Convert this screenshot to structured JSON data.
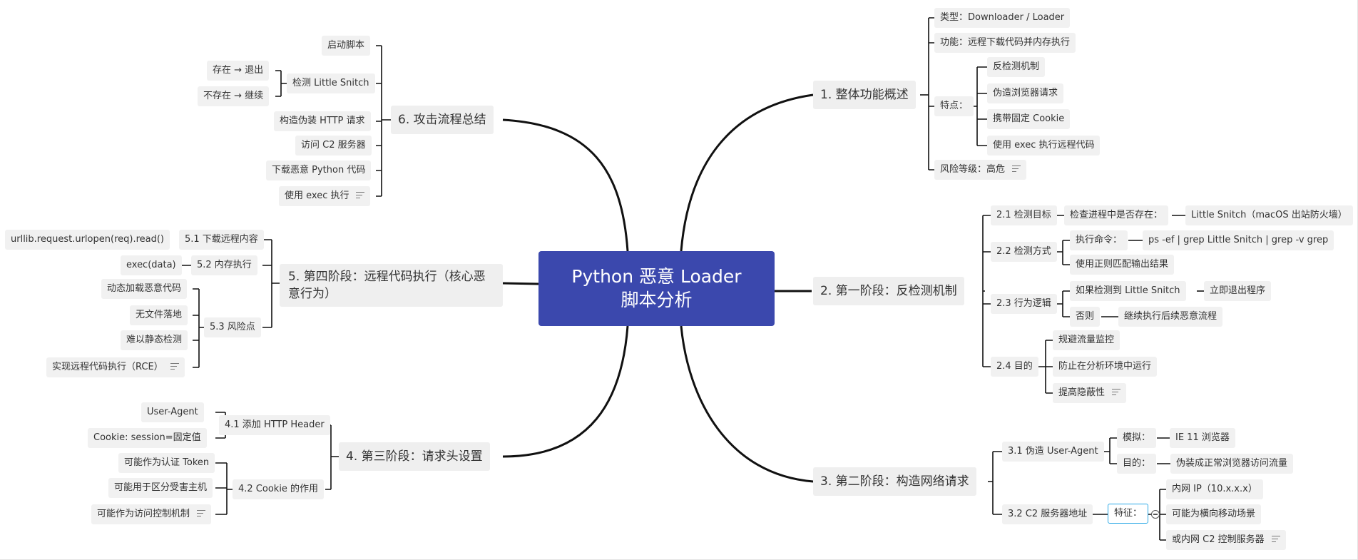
{
  "root": {
    "line1": "Python 恶意 Loader",
    "line2": "脚本分析"
  },
  "b1": {
    "title": "1. 整体功能概述",
    "type": "类型：Downloader / Loader",
    "function": "功能：远程下载代码并内存执行",
    "features_label": "特点：",
    "features": [
      "反检测机制",
      "伪造浏览器请求",
      "携带固定 Cookie",
      "使用 exec 执行远程代码"
    ],
    "risk": "风险等级：高危"
  },
  "b2": {
    "title": "2. 第一阶段：反检测机制",
    "s1": {
      "label": "2.1 检测目标",
      "child": "检查进程中是否存在：",
      "leaf": "Little Snitch（macOS 出站防火墙）"
    },
    "s2": {
      "label": "2.2 检测方式",
      "cmd_label": "执行命令：",
      "cmd": "ps -ef | grep Little Snitch | grep -v grep",
      "regex": "使用正则匹配输出结果"
    },
    "s3": {
      "label": "2.3 行为逻辑",
      "if_found": "如果检测到 Little Snitch",
      "exit": "立即退出程序",
      "else": "否则",
      "continue": "继续执行后续恶意流程"
    },
    "s4": {
      "label": "2.4 目的",
      "items": [
        "规避流量监控",
        "防止在分析环境中运行",
        "提高隐蔽性"
      ]
    }
  },
  "b3": {
    "title": "3. 第二阶段：构造网络请求",
    "s1": {
      "label": "3.1 伪造 User-Agent",
      "mock_label": "模拟：",
      "mock": "IE 11 浏览器",
      "goal_label": "目的：",
      "goal": "伪装成正常浏览器访问流量"
    },
    "s2": {
      "label": "3.2 C2 服务器地址",
      "feat_label": "特征：",
      "items": [
        "内网 IP（10.x.x.x）",
        "可能为横向移动场景",
        "或内网 C2 控制服务器"
      ]
    }
  },
  "b4": {
    "title": "4. 第三阶段：请求头设置",
    "s1": {
      "label": "4.1 添加 HTTP Header",
      "items": [
        "User-Agent",
        "Cookie: session=固定值"
      ]
    },
    "s2": {
      "label": "4.2 Cookie 的作用",
      "items": [
        "可能作为认证 Token",
        "可能用于区分受害主机",
        "可能作为访问控制机制"
      ]
    }
  },
  "b5": {
    "title": "5. 第四阶段：远程代码执行（核心恶意行为）",
    "s1": {
      "label": "5.1 下载远程内容",
      "leaf": "urllib.request.urlopen(req).read()"
    },
    "s2": {
      "label": "5.2 内存执行",
      "leaf": "exec(data)"
    },
    "s3": {
      "label": "5.3 风险点",
      "items": [
        "动态加载恶意代码",
        "无文件落地",
        "难以静态检测",
        "实现远程代码执行（RCE）"
      ]
    }
  },
  "b6": {
    "title": "6. 攻击流程总结",
    "start": "启动脚本",
    "detect": "检测 Little Snitch",
    "exists": "存在 → 退出",
    "not_exists": "不存在 → 继续",
    "steps": [
      "构造伪装 HTTP 请求",
      "访问 C2 服务器",
      "下载恶意 Python 代码",
      "使用 exec 执行"
    ]
  }
}
